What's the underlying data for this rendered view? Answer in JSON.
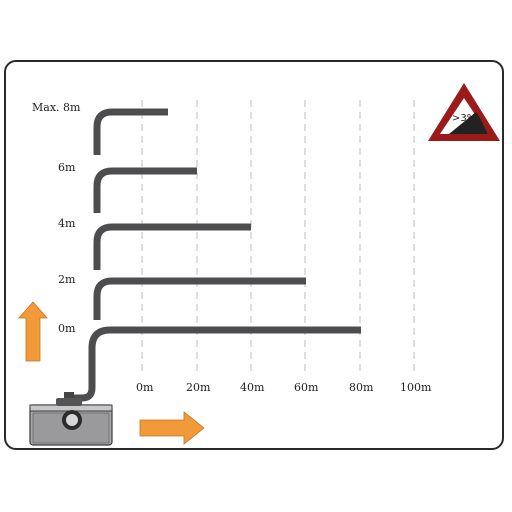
{
  "height_labels": [
    "Max. 8m",
    "6m",
    "4m",
    "2m",
    "0m"
  ],
  "distance_labels": [
    "0m",
    "20m",
    "40m",
    "60m",
    "80m",
    "100m"
  ],
  "warning_sign": {
    "text": ">3%",
    "border_color": "#9b1b1b",
    "fill_color": "#ffffff",
    "slope_color": "#222222"
  },
  "colors": {
    "pipe": "#4d4d4f",
    "arrow": "#f29a3a",
    "grid": "#bdbdbd",
    "pump_body": "#a8a8aa"
  },
  "icons": [
    "pump-icon",
    "up-arrow-icon",
    "right-arrow-icon",
    "slope-warning-icon"
  ]
}
